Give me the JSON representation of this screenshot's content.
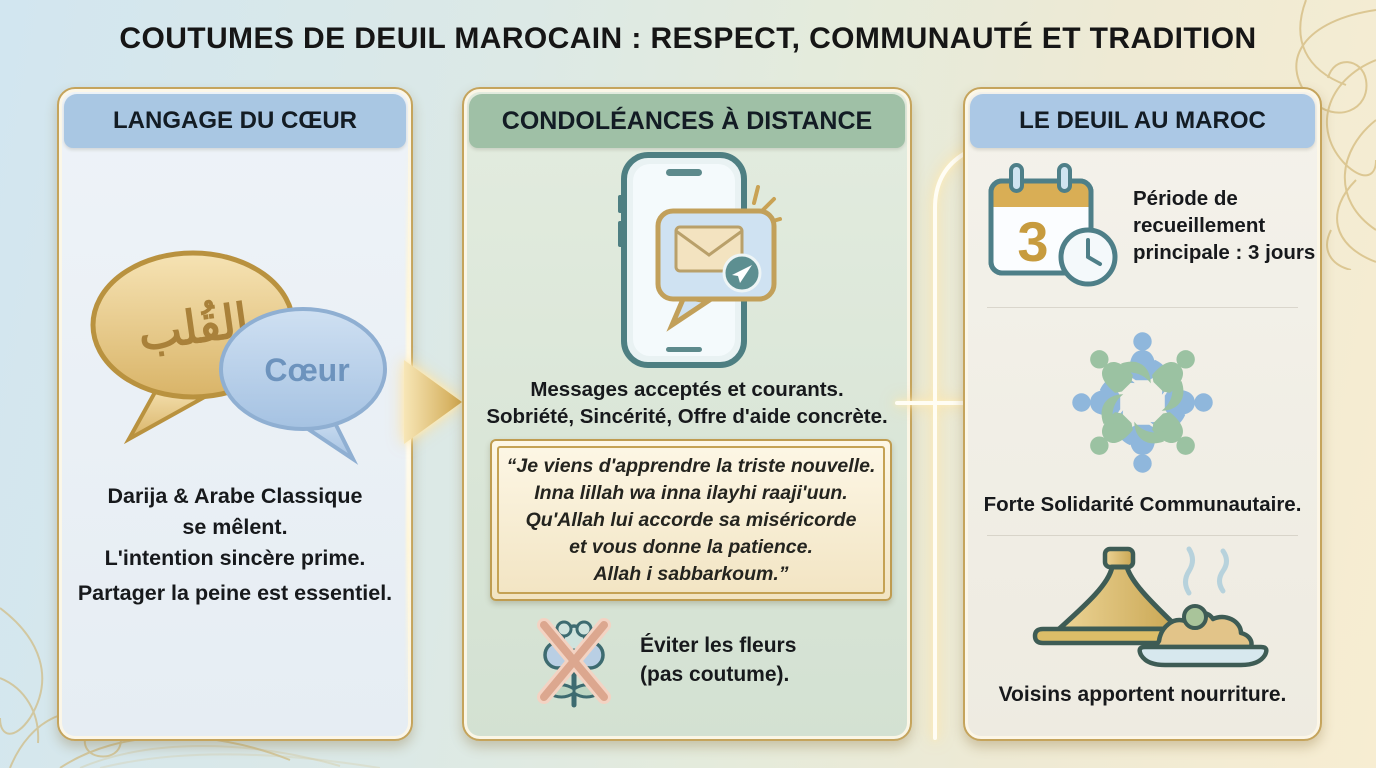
{
  "title": "COUTUMES DE DEUIL MAROCAIN : RESPECT, COMMUNAUTÉ ET TRADITION",
  "colors": {
    "gold_border": "#c5a45c",
    "header_blue": "#a9c7e3",
    "header_green": "#9fc0a6",
    "glow": "#fff6d8",
    "bubble_gold": "#e5c47c",
    "bubble_blue": "#b4cde9"
  },
  "panels": {
    "language": {
      "header": "LANGAGE DU CŒUR",
      "bubble_arabic": "القُلب",
      "bubble_french": "Cœur",
      "line1": "Darija & Arabe Classique",
      "line2": "se mêlent.",
      "line3": "L'intention sincère prime.",
      "line4": "Partager la peine est essentiel."
    },
    "condolences": {
      "header": "CONDOLÉANCES À DISTANCE",
      "message_line1": "Messages acceptés et courants.",
      "message_line2": "Sobriété, Sincérité, Offre d'aide concrète.",
      "quote_lines": [
        "“Je viens d'apprendre la triste nouvelle.",
        "Inna lillah wa inna ilayhi raaji'uun.",
        "Qu'Allah lui accorde sa miséricorde",
        "et vous donne la patience.",
        "Allah i sabbarkoum.”"
      ],
      "flowers_line1": "Éviter les fleurs",
      "flowers_line2": "(pas coutume)."
    },
    "mourning": {
      "header": "LE DEUIL AU MAROC",
      "calendar_number": "3",
      "period_line1": "Période de",
      "period_line2": "recueillement",
      "period_line3": "principale : 3 jours",
      "solidarity": "Forte Solidarité Communautaire.",
      "food": "Voisins apportent nourriture."
    }
  }
}
